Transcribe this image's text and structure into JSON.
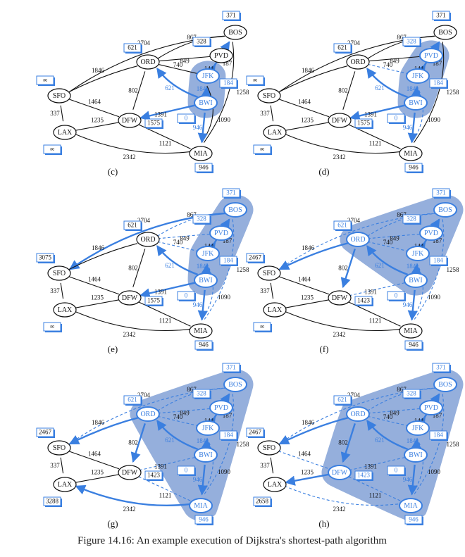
{
  "colors": {
    "blue": "#3a7fe0",
    "cloud": "#8aa6d8",
    "black": "#111111",
    "badge_fill": "#ffffff"
  },
  "cities": [
    "SFO",
    "LAX",
    "DFW",
    "ORD",
    "BOS",
    "PVD",
    "JFK",
    "BWI",
    "MIA"
  ],
  "edges": [
    {
      "a": "SFO",
      "b": "BOS",
      "w": "2704"
    },
    {
      "a": "SFO",
      "b": "ORD",
      "w": "1846"
    },
    {
      "a": "SFO",
      "b": "DFW",
      "w": "1464"
    },
    {
      "a": "SFO",
      "b": "LAX",
      "w": "337"
    },
    {
      "a": "LAX",
      "b": "DFW",
      "w": "1235"
    },
    {
      "a": "LAX",
      "b": "MIA",
      "w": "2342"
    },
    {
      "a": "ORD",
      "b": "BOS",
      "w": "867"
    },
    {
      "a": "ORD",
      "b": "PVD",
      "w": "849"
    },
    {
      "a": "ORD",
      "b": "JFK",
      "w": "740"
    },
    {
      "a": "ORD",
      "b": "BWI",
      "w": "621"
    },
    {
      "a": "ORD",
      "b": "DFW",
      "w": "802"
    },
    {
      "a": "DFW",
      "b": "BWI",
      "w": "1391"
    },
    {
      "a": "DFW",
      "b": "MIA",
      "w": "1121"
    },
    {
      "a": "JFK",
      "b": "BOS",
      "w": "187"
    },
    {
      "a": "JFK",
      "b": "PVD",
      "w": "144"
    },
    {
      "a": "JFK",
      "b": "BWI",
      "w": "184"
    },
    {
      "a": "JFK",
      "b": "MIA",
      "w": "1090"
    },
    {
      "a": "BOS",
      "b": "MIA",
      "w": "1258"
    },
    {
      "a": "BWI",
      "b": "MIA",
      "w": "946"
    }
  ],
  "panels": [
    {
      "label": "(c)",
      "cloud": [
        "JFK",
        "BWI"
      ],
      "badges": {
        "SFO": "∞",
        "LAX": "∞",
        "DFW": "1575",
        "ORD": "621",
        "BOS": "371",
        "PVD": "328",
        "JFK": "184",
        "BWI": "0",
        "MIA": "946"
      },
      "tree": [
        [
          "BWI",
          "JFK"
        ],
        [
          "BWI",
          "ORD"
        ],
        [
          "BWI",
          "DFW"
        ],
        [
          "BWI",
          "MIA"
        ],
        [
          "JFK",
          "BOS"
        ],
        [
          "JFK",
          "PVD"
        ]
      ],
      "dashed": []
    },
    {
      "label": "(d)",
      "cloud": [
        "PVD",
        "JFK",
        "BWI"
      ],
      "badges": {
        "SFO": "∞",
        "LAX": "∞",
        "DFW": "1575",
        "ORD": "621",
        "BOS": "371",
        "PVD": "328",
        "JFK": "184",
        "BWI": "0",
        "MIA": "946"
      },
      "tree": [
        [
          "BWI",
          "JFK"
        ],
        [
          "BWI",
          "ORD"
        ],
        [
          "BWI",
          "DFW"
        ],
        [
          "BWI",
          "MIA"
        ],
        [
          "JFK",
          "BOS"
        ],
        [
          "JFK",
          "PVD"
        ]
      ],
      "dashed": [
        [
          "ORD",
          "JFK"
        ],
        [
          "JFK",
          "MIA"
        ]
      ]
    },
    {
      "label": "(e)",
      "cloud": [
        "BOS",
        "PVD",
        "JFK",
        "BWI"
      ],
      "badges": {
        "SFO": "3075",
        "LAX": "∞",
        "DFW": "1575",
        "ORD": "621",
        "BOS": "371",
        "PVD": "328",
        "JFK": "184",
        "BWI": "0",
        "MIA": "946"
      },
      "tree": [
        [
          "BWI",
          "JFK"
        ],
        [
          "BWI",
          "ORD"
        ],
        [
          "BWI",
          "DFW"
        ],
        [
          "BWI",
          "MIA"
        ],
        [
          "JFK",
          "BOS"
        ],
        [
          "JFK",
          "PVD"
        ],
        [
          "BOS",
          "SFO"
        ]
      ],
      "dashed": [
        [
          "ORD",
          "JFK"
        ],
        [
          "JFK",
          "MIA"
        ],
        [
          "ORD",
          "PVD"
        ],
        [
          "ORD",
          "BOS"
        ],
        [
          "BOS",
          "MIA"
        ]
      ]
    },
    {
      "label": "(f)",
      "cloud": [
        "ORD",
        "BOS",
        "PVD",
        "JFK",
        "BWI"
      ],
      "badges": {
        "SFO": "2467",
        "LAX": "∞",
        "DFW": "1423",
        "ORD": "621",
        "BOS": "371",
        "PVD": "328",
        "JFK": "184",
        "BWI": "0",
        "MIA": "946"
      },
      "tree": [
        [
          "BWI",
          "JFK"
        ],
        [
          "BWI",
          "ORD"
        ],
        [
          "BWI",
          "MIA"
        ],
        [
          "JFK",
          "BOS"
        ],
        [
          "JFK",
          "PVD"
        ],
        [
          "ORD",
          "SFO"
        ],
        [
          "ORD",
          "DFW"
        ]
      ],
      "dashed": [
        [
          "ORD",
          "JFK"
        ],
        [
          "JFK",
          "MIA"
        ],
        [
          "ORD",
          "PVD"
        ],
        [
          "ORD",
          "BOS"
        ],
        [
          "BOS",
          "MIA"
        ],
        [
          "BOS",
          "SFO"
        ],
        [
          "DFW",
          "BWI"
        ]
      ]
    },
    {
      "label": "(g)",
      "cloud": [
        "ORD",
        "BOS",
        "PVD",
        "JFK",
        "BWI",
        "MIA"
      ],
      "badges": {
        "SFO": "2467",
        "LAX": "3288",
        "DFW": "1423",
        "ORD": "621",
        "BOS": "371",
        "PVD": "328",
        "JFK": "184",
        "BWI": "0",
        "MIA": "946"
      },
      "tree": [
        [
          "BWI",
          "JFK"
        ],
        [
          "BWI",
          "ORD"
        ],
        [
          "BWI",
          "MIA"
        ],
        [
          "JFK",
          "BOS"
        ],
        [
          "JFK",
          "PVD"
        ],
        [
          "ORD",
          "SFO"
        ],
        [
          "ORD",
          "DFW"
        ],
        [
          "MIA",
          "LAX"
        ]
      ],
      "dashed": [
        [
          "ORD",
          "JFK"
        ],
        [
          "JFK",
          "MIA"
        ],
        [
          "ORD",
          "PVD"
        ],
        [
          "ORD",
          "BOS"
        ],
        [
          "BOS",
          "MIA"
        ],
        [
          "BOS",
          "SFO"
        ],
        [
          "DFW",
          "BWI"
        ],
        [
          "DFW",
          "MIA"
        ]
      ]
    },
    {
      "label": "(h)",
      "cloud": [
        "DFW",
        "ORD",
        "BOS",
        "PVD",
        "JFK",
        "BWI",
        "MIA"
      ],
      "badges": {
        "SFO": "2467",
        "LAX": "2658",
        "DFW": "1423",
        "ORD": "621",
        "BOS": "371",
        "PVD": "328",
        "JFK": "184",
        "BWI": "0",
        "MIA": "946"
      },
      "tree": [
        [
          "BWI",
          "JFK"
        ],
        [
          "BWI",
          "ORD"
        ],
        [
          "BWI",
          "MIA"
        ],
        [
          "JFK",
          "BOS"
        ],
        [
          "JFK",
          "PVD"
        ],
        [
          "ORD",
          "SFO"
        ],
        [
          "ORD",
          "DFW"
        ],
        [
          "DFW",
          "LAX"
        ]
      ],
      "dashed": [
        [
          "ORD",
          "JFK"
        ],
        [
          "JFK",
          "MIA"
        ],
        [
          "ORD",
          "PVD"
        ],
        [
          "ORD",
          "BOS"
        ],
        [
          "BOS",
          "MIA"
        ],
        [
          "BOS",
          "SFO"
        ],
        [
          "DFW",
          "BWI"
        ],
        [
          "DFW",
          "MIA"
        ],
        [
          "MIA",
          "LAX"
        ],
        [
          "SFO",
          "DFW"
        ]
      ]
    }
  ],
  "caption": "Figure 14.16: An example execution of Dijkstra's shortest-path algorithm"
}
